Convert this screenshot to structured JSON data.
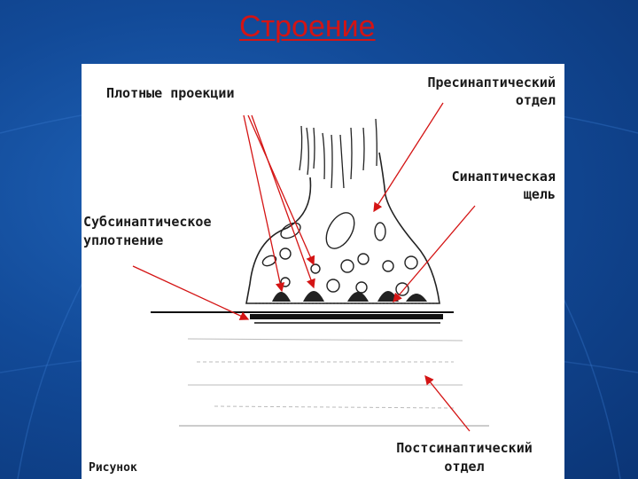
{
  "slide": {
    "title": "Строение",
    "colors": {
      "background": "#124a98",
      "title": "#d41414",
      "arrow": "#d41414",
      "panel": "#ffffff"
    }
  },
  "labels": {
    "dense_projections": "Плотные проекции",
    "presynaptic_line1": "Пресинаптический",
    "presynaptic_line2": "отдел",
    "cleft_line1": "Синаптическая",
    "cleft_line2": "щель",
    "subsynaptic_line1": "Субсинаптическое",
    "subsynaptic_line2": "уплотнение",
    "postsynaptic_line1": "Постсинаптический",
    "postsynaptic_line2": "отдел",
    "figure_caption": "Рисунок"
  }
}
